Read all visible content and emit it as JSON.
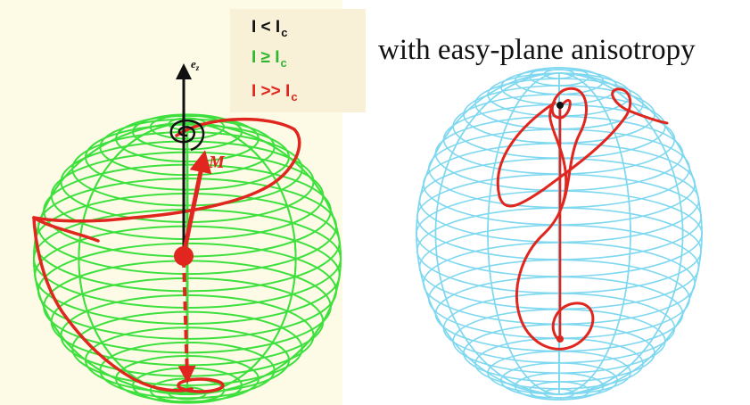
{
  "left_diagram": {
    "axis_label": "e",
    "axis_label_sub": "z",
    "vector_label": "M",
    "legend": [
      {
        "text": "I < I",
        "sub": "c",
        "color": "#111111"
      },
      {
        "text": "I ≥ I",
        "sub": "c",
        "color": "#2fb82f"
      },
      {
        "text": "I >> I",
        "sub": "c",
        "color": "#e0261e"
      }
    ]
  },
  "right_diagram": {
    "title": "with easy-plane anisotropy"
  },
  "colors": {
    "sphere_left": "#3ee03e",
    "sphere_right": "#7fd8f0",
    "trajectory": "#e0261e",
    "axis": "#111111"
  }
}
